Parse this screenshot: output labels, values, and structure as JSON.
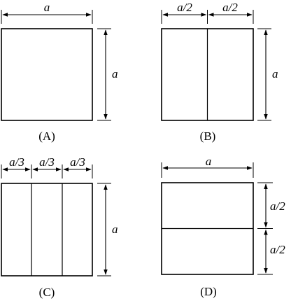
{
  "panels": {
    "A": {
      "caption": "(A)",
      "top_dim": "a",
      "side_dim": "a"
    },
    "B": {
      "caption": "(B)",
      "top_dims": [
        "a/2",
        "a/2"
      ],
      "side_dim": "a"
    },
    "C": {
      "caption": "(C)",
      "top_dims": [
        "a/3",
        "a/3",
        "a/3"
      ],
      "side_dim": "a"
    },
    "D": {
      "caption": "(D)",
      "top_dim": "a",
      "side_dims": [
        "a/2",
        "a/2"
      ]
    }
  },
  "colors": {
    "stroke": "#000000",
    "background": "#ffffff"
  }
}
